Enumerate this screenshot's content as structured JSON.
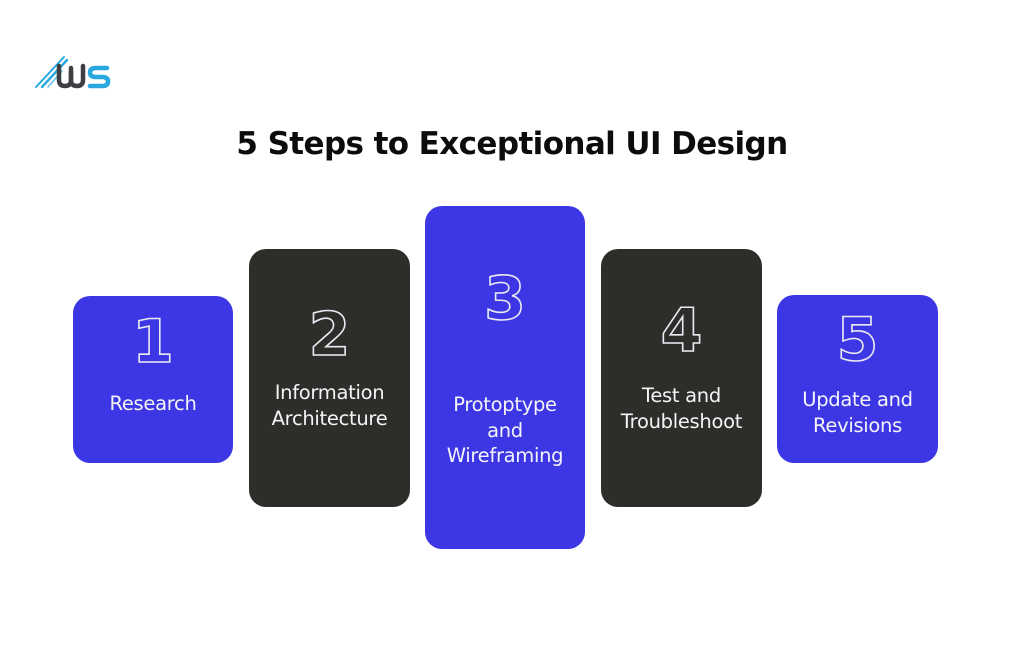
{
  "logo": {
    "text": "WS",
    "colors": {
      "accent": "#29a8e0",
      "dark": "#3d3f42"
    }
  },
  "title": "5 Steps to Exceptional UI Design",
  "colors": {
    "blue_card": "#3c36e4",
    "dark_card": "#2c2e29",
    "text_on_card": "#ffffff",
    "title": "#0c0c0c"
  },
  "steps": [
    {
      "number": "1",
      "label_lines": [
        "Research"
      ],
      "style": "blue"
    },
    {
      "number": "2",
      "label_lines": [
        "Information",
        "Architecture"
      ],
      "style": "dark"
    },
    {
      "number": "3",
      "label_lines": [
        "Protoptype",
        "and",
        "Wireframing"
      ],
      "style": "blue"
    },
    {
      "number": "4",
      "label_lines": [
        "Test and",
        "Troubleshoot"
      ],
      "style": "dark"
    },
    {
      "number": "5",
      "label_lines": [
        "Update and",
        "Revisions"
      ],
      "style": "blue"
    }
  ]
}
